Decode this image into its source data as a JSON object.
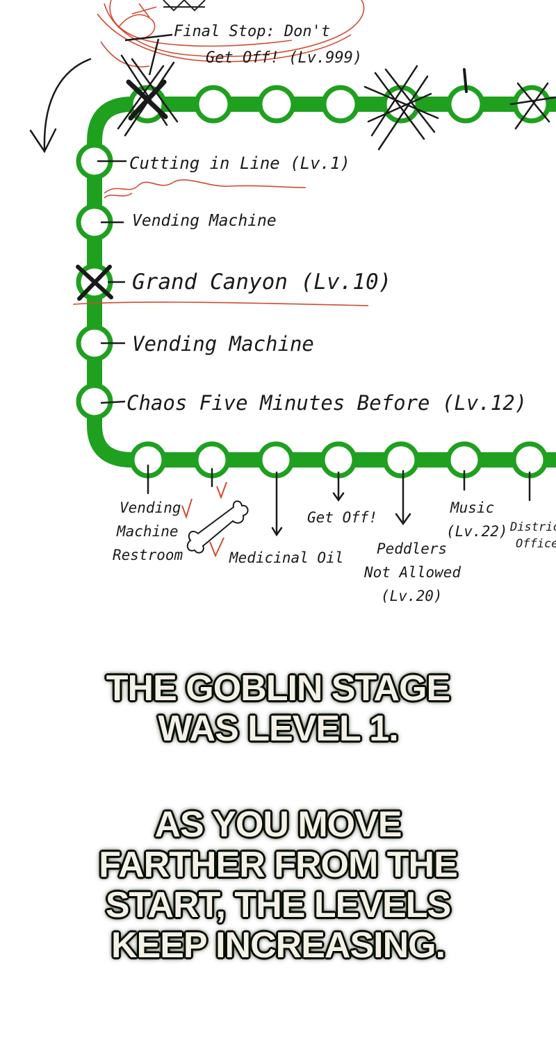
{
  "map": {
    "line_color": "#1fa01f",
    "scribble_color": "#d24a30",
    "top_label": [
      "Final Stop: Don't",
      "Get Off! (Lv.999)"
    ],
    "stations_left": [
      "Cutting in Line (Lv.1)",
      "Vending Machine",
      "Grand Canyon (Lv.10)",
      "Vending Machine",
      "Chaos Five Minutes Before (Lv.12)"
    ],
    "bottom_labels": {
      "vending_restroom": [
        "Vending",
        "Machine",
        "Restroom"
      ],
      "medicinal_oil": "Medicinal Oil",
      "get_off": "Get Off!",
      "peddlers": [
        "Peddlers",
        "Not Allowed",
        "(Lv.20)"
      ],
      "music": [
        "Music",
        "(Lv.22)"
      ],
      "district_office": [
        "District",
        "Office"
      ]
    }
  },
  "caption": {
    "para1": [
      "THE GOBLIN STAGE",
      "WAS LEVEL 1."
    ],
    "para2": [
      "AS YOU MOVE",
      "FARTHER FROM THE",
      "START, THE LEVELS",
      "KEEP INCREASING."
    ]
  }
}
